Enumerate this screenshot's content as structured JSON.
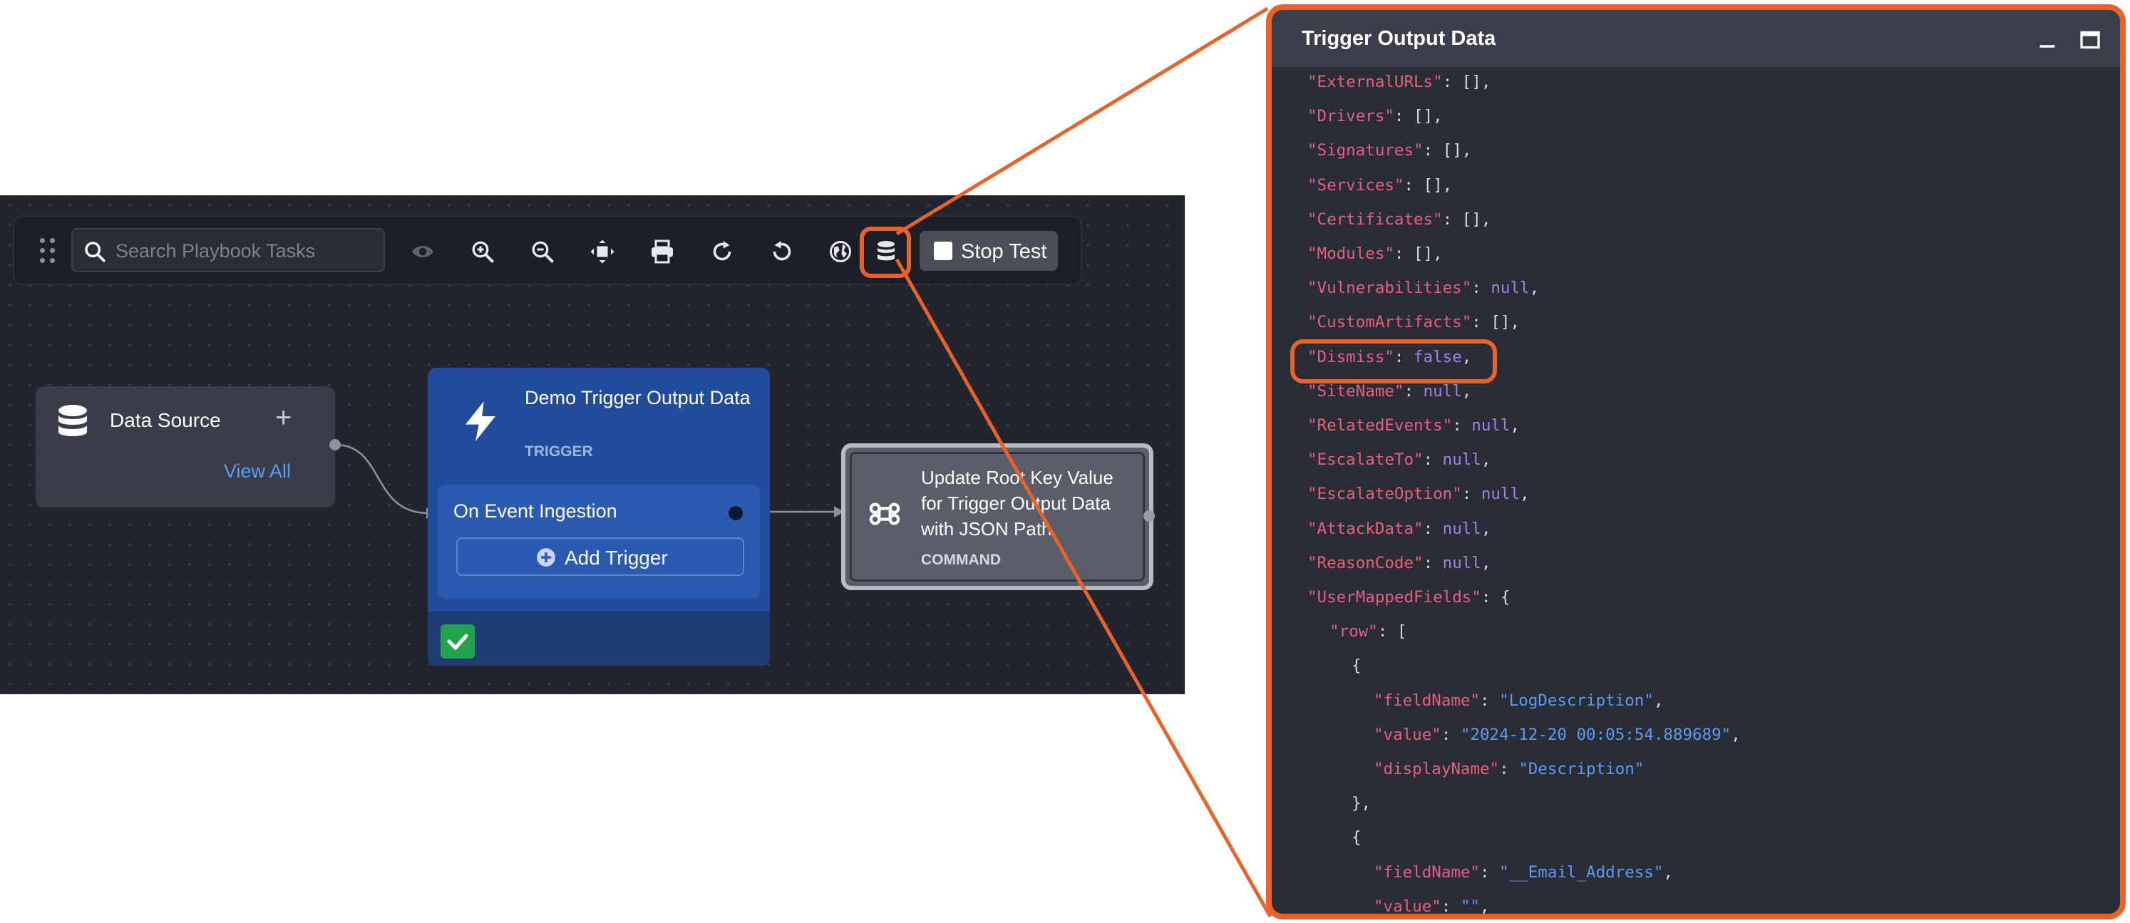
{
  "toolbar": {
    "search_placeholder": "Search Playbook Tasks",
    "icons": [
      "drag-handle-icon",
      "search-icon",
      "eye-icon",
      "zoom-in-icon",
      "zoom-out-icon",
      "fit-view-icon",
      "print-icon",
      "redo-icon",
      "undo-icon",
      "globe-icon",
      "database-icon"
    ],
    "stop_test_label": "Stop Test"
  },
  "nodes": {
    "data_source": {
      "title": "Data Source",
      "plus": "+",
      "view_all": "View All"
    },
    "trigger": {
      "title": "Demo Trigger Output Data",
      "type": "TRIGGER",
      "event": "On Event Ingestion",
      "add_trigger": "Add Trigger"
    },
    "command": {
      "title": "Update Root Key Value for Trigger Output Data with JSON Path",
      "type": "COMMAND"
    }
  },
  "popup": {
    "title": "Trigger Output Data",
    "lines": [
      {
        "indent": 0,
        "key": "\"ExternalURLs\"",
        "sep": ": ",
        "val": "[]",
        "vtype": "p",
        "end": ","
      },
      {
        "indent": 0,
        "key": "\"Drivers\"",
        "sep": ": ",
        "val": "[]",
        "vtype": "p",
        "end": ","
      },
      {
        "indent": 0,
        "key": "\"Signatures\"",
        "sep": ": ",
        "val": "[]",
        "vtype": "p",
        "end": ","
      },
      {
        "indent": 0,
        "key": "\"Services\"",
        "sep": ": ",
        "val": "[]",
        "vtype": "p",
        "end": ","
      },
      {
        "indent": 0,
        "key": "\"Certificates\"",
        "sep": ": ",
        "val": "[]",
        "vtype": "p",
        "end": ","
      },
      {
        "indent": 0,
        "key": "\"Modules\"",
        "sep": ": ",
        "val": "[]",
        "vtype": "p",
        "end": ","
      },
      {
        "indent": 0,
        "key": "\"Vulnerabilities\"",
        "sep": ": ",
        "val": "null",
        "vtype": "v-null",
        "end": ","
      },
      {
        "indent": 0,
        "key": "\"CustomArtifacts\"",
        "sep": ": ",
        "val": "[]",
        "vtype": "p",
        "end": ","
      },
      {
        "indent": 0,
        "key": "\"Dismiss\"",
        "sep": ": ",
        "val": "false",
        "vtype": "v-null",
        "end": ","
      },
      {
        "indent": 0,
        "key": "\"SiteName\"",
        "sep": ": ",
        "val": "null",
        "vtype": "v-null",
        "end": ","
      },
      {
        "indent": 0,
        "key": "\"RelatedEvents\"",
        "sep": ": ",
        "val": "null",
        "vtype": "v-null",
        "end": ","
      },
      {
        "indent": 0,
        "key": "\"EscalateTo\"",
        "sep": ": ",
        "val": "null",
        "vtype": "v-null",
        "end": ","
      },
      {
        "indent": 0,
        "key": "\"EscalateOption\"",
        "sep": ": ",
        "val": "null",
        "vtype": "v-null",
        "end": ","
      },
      {
        "indent": 0,
        "key": "\"AttackData\"",
        "sep": ": ",
        "val": "null",
        "vtype": "v-null",
        "end": ","
      },
      {
        "indent": 0,
        "key": "\"ReasonCode\"",
        "sep": ": ",
        "val": "null",
        "vtype": "v-null",
        "end": ","
      },
      {
        "indent": 0,
        "key": "\"UserMappedFields\"",
        "sep": ": ",
        "val": "{",
        "vtype": "p",
        "end": ""
      },
      {
        "indent": 1,
        "key": "\"row\"",
        "sep": ": ",
        "val": "[",
        "vtype": "p",
        "end": ""
      },
      {
        "indent": 2,
        "key": "",
        "sep": "",
        "val": "{",
        "vtype": "p",
        "end": ""
      },
      {
        "indent": 3,
        "key": "\"fieldName\"",
        "sep": ": ",
        "val": "\"LogDescription\"",
        "vtype": "v-str",
        "end": ","
      },
      {
        "indent": 3,
        "key": "\"value\"",
        "sep": ": ",
        "val": "\"2024-12-20 00:05:54.889689\"",
        "vtype": "v-str",
        "end": ","
      },
      {
        "indent": 3,
        "key": "\"displayName\"",
        "sep": ": ",
        "val": "\"Description\"",
        "vtype": "v-str",
        "end": ""
      },
      {
        "indent": 2,
        "key": "",
        "sep": "",
        "val": "},",
        "vtype": "p",
        "end": ""
      },
      {
        "indent": 2,
        "key": "",
        "sep": "",
        "val": "{",
        "vtype": "p",
        "end": ""
      },
      {
        "indent": 3,
        "key": "\"fieldName\"",
        "sep": ": ",
        "val": "\"__Email_Address\"",
        "vtype": "v-str",
        "end": ","
      },
      {
        "indent": 3,
        "key": "\"value\"",
        "sep": ": ",
        "val": "\"\"",
        "vtype": "v-str",
        "end": ","
      }
    ]
  },
  "colors": {
    "accent_highlight": "#e8632a",
    "canvas_bg": "#22252e",
    "trigger_node": "#214c9c",
    "json_key": "#e65f7f",
    "json_literal": "#a082e0",
    "json_string": "#5b9bf5"
  }
}
